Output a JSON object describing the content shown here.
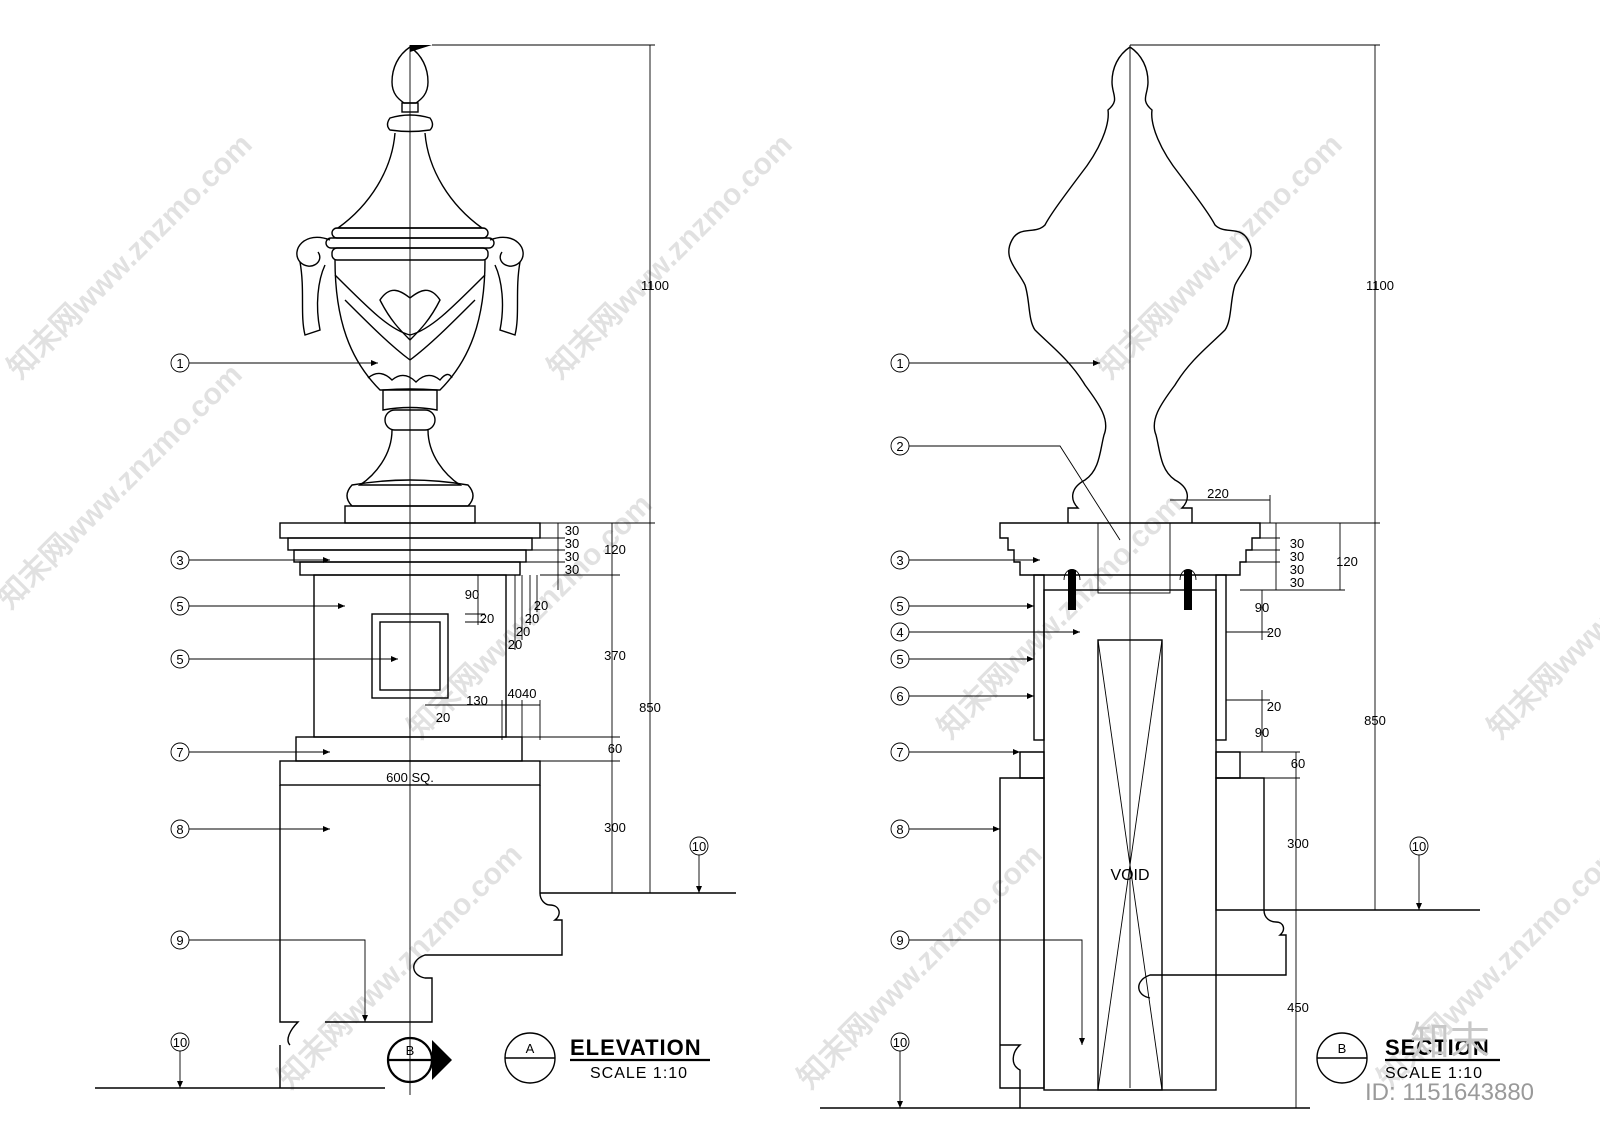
{
  "watermark_text": "知末网www.znzmo.com",
  "brand_mark": "知末",
  "drawing_id": "ID: 1151643880",
  "elevation": {
    "title": "ELEVATION",
    "scale": "SCALE  1:10",
    "marker": "A",
    "section_marker": "B",
    "callouts": [
      "1",
      "3",
      "5",
      "5",
      "7",
      "8",
      "9",
      "10"
    ],
    "ground_tag": "10",
    "dims": {
      "total": "1100",
      "pedestal": "850",
      "cap": "120",
      "step1": "30",
      "step2": "30",
      "step3": "30",
      "step4": "30",
      "shaft": "370",
      "base": "60",
      "plinth": "300",
      "d90": "90",
      "d20a": "20",
      "d20b": "20",
      "d20c": "20",
      "d20d": "20",
      "d20e": "20",
      "d130": "130",
      "d40": "4040",
      "width": "600 SQ."
    }
  },
  "section": {
    "title": "SECTION",
    "scale": "SCALE  1:10",
    "marker": "B",
    "void_label": "VOID",
    "callouts": [
      "1",
      "2",
      "3",
      "5",
      "4",
      "5",
      "6",
      "7",
      "8",
      "9",
      "10"
    ],
    "ground_tag": "10",
    "dims": {
      "total": "1100",
      "pedestal": "850",
      "cap": "120",
      "step1": "30",
      "step2": "30",
      "step3": "30",
      "step4": "30",
      "top": "220",
      "d90a": "90",
      "d20a": "20",
      "d20b": "20",
      "d90b": "90",
      "base": "60",
      "plinth": "300",
      "footing": "450"
    }
  }
}
